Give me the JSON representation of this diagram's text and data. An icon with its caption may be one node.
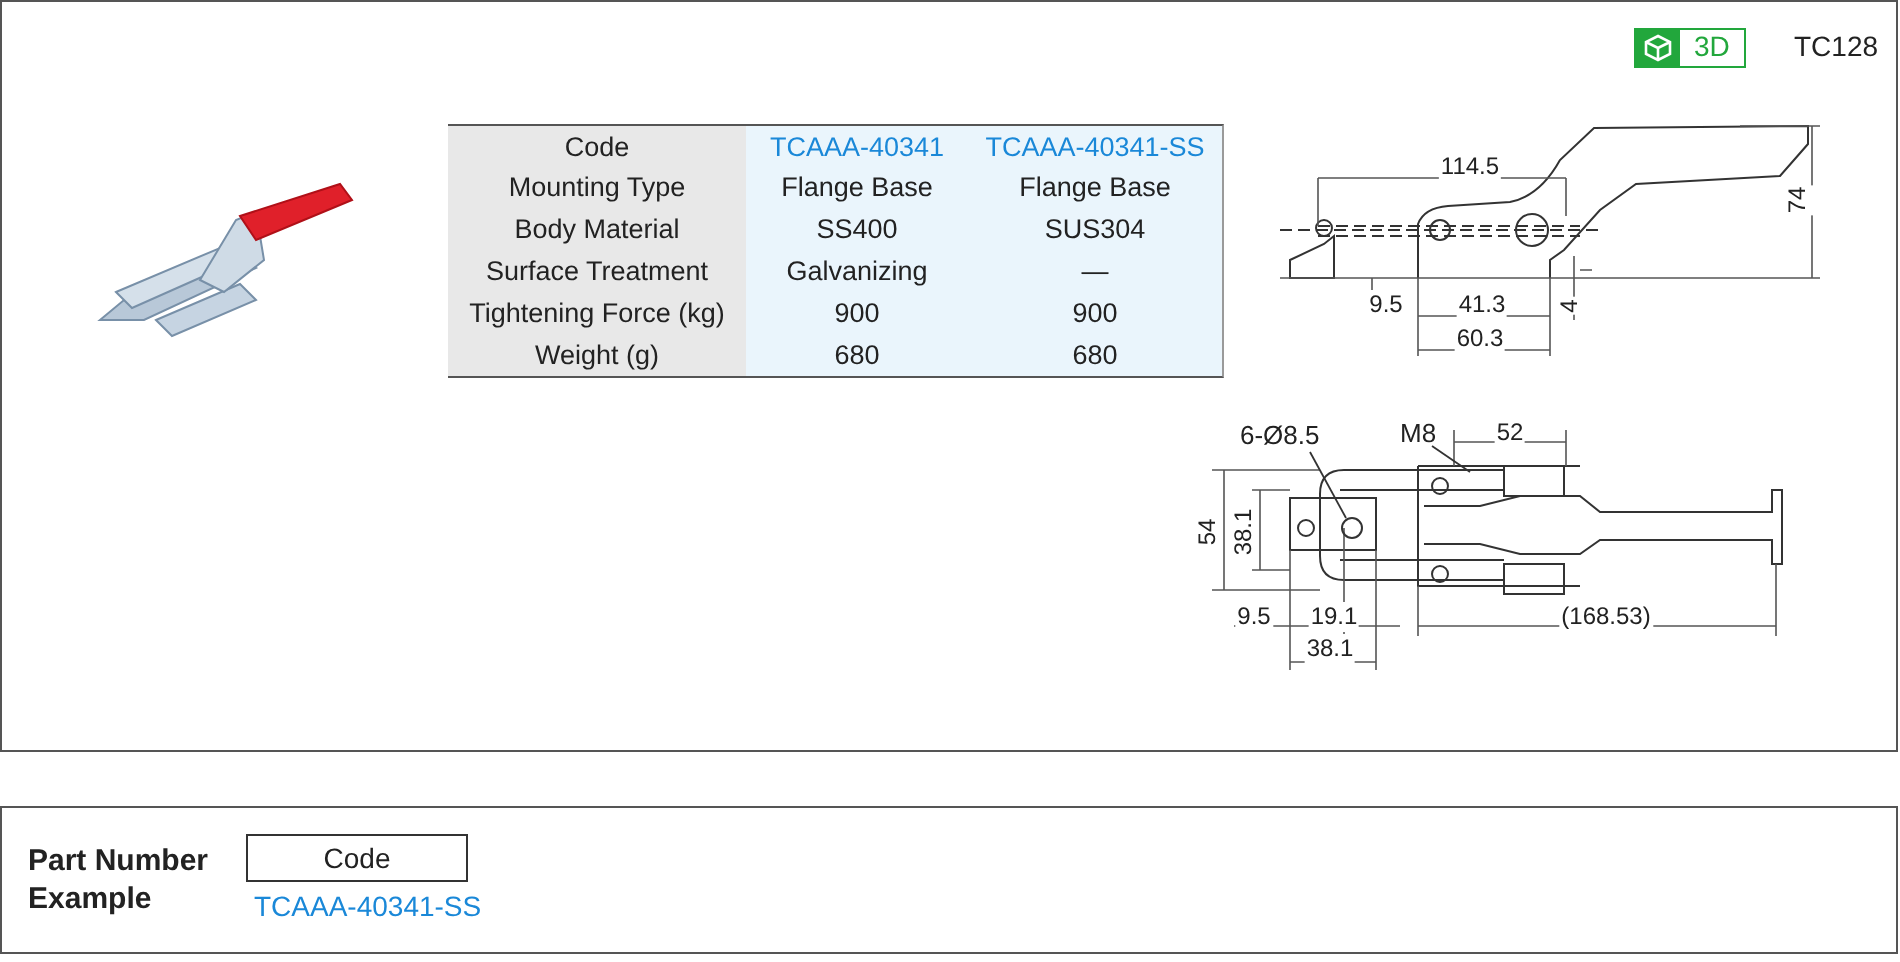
{
  "diagram": {
    "nodes": [
      {
        "text": [
          "6-Ø8.5"
        ]
      },
      {
        "text": [],
        "shape": "circle"
      },
      {
        "text": [
          "M8"
        ]
      },
      {
        "text": [
          "Code"
        ]
      }
    ],
    "edges": [
      {
        "from": 0,
        "to": 1,
        "arrow": "none"
      },
      {
        "from": 2,
        "to": null,
        "arrow": "none"
      }
    ],
    "labels": [
      "3D",
      "TC128",
      "Code",
      "TCAAA-40341",
      "TCAAA-40341-SS",
      "Mounting Type",
      "Flange Base",
      "Flange Base",
      "Body Material",
      "SS400",
      "SUS304",
      "Surface Treatment",
      "Galvanizing",
      "—",
      "Tightening Force (kg)",
      "900",
      "900",
      "Weight (g)",
      "680",
      "680",
      "114.5",
      "74",
      "9.5",
      "41.3",
      "4",
      "60.3",
      "52",
      "54",
      "38.1",
      "9.5",
      "19.1",
      "(168.53)",
      "38.1",
      "Part Number Example",
      "TCAAA-40341-SS"
    ]
  }
}
